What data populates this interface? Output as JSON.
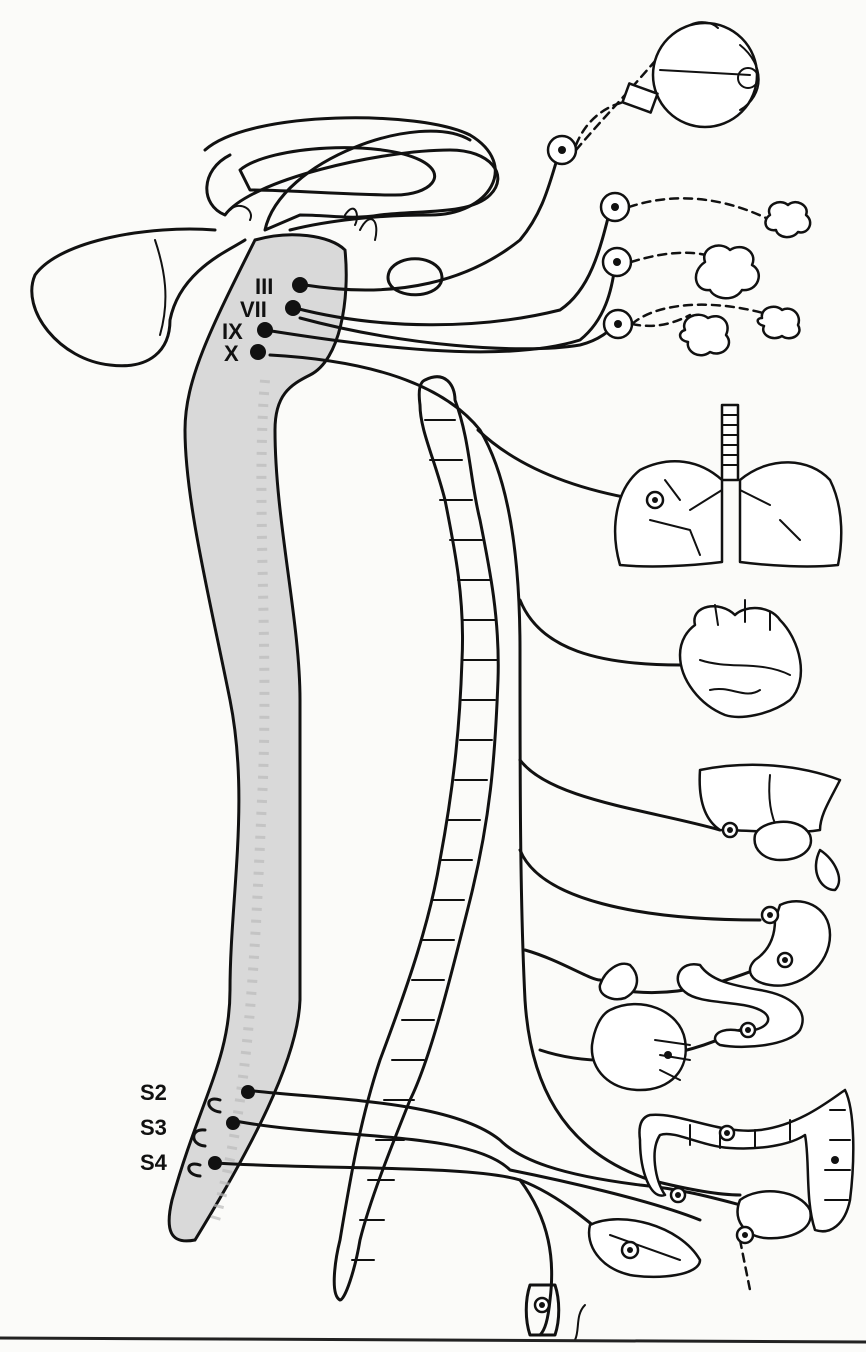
{
  "diagram": {
    "cranial_labels": [
      "III",
      "VII",
      "IX",
      "X"
    ],
    "sacral_labels": [
      "S2",
      "S3",
      "S4"
    ],
    "colors": {
      "ink": "#111111",
      "cord_shade": "#d9d9d9",
      "paper": "#fbfbf9"
    },
    "organ_icons": [
      "eye-icon",
      "lacrimal-gland-icon",
      "salivary-gland-icon",
      "salivary-gland-icon",
      "lungs-icon",
      "heart-icon",
      "liver-icon",
      "stomach-icon",
      "small-intestine-icon",
      "kidney-icon",
      "colon-icon",
      "bladder-icon",
      "genitalia-icon"
    ]
  }
}
